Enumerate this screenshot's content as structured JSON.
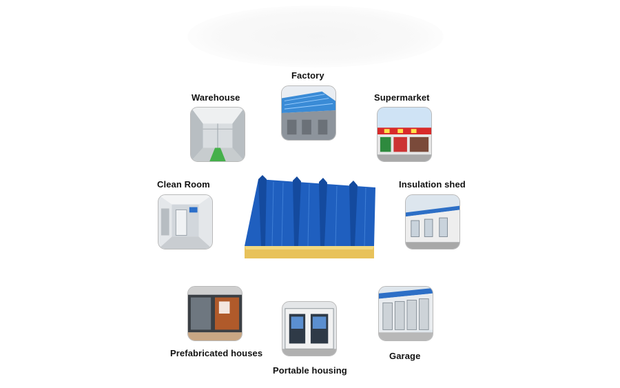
{
  "applications": {
    "factory": "Factory",
    "warehouse": "Warehouse",
    "supermarket": "Supermarket",
    "clean_room": "Clean Room",
    "insulation_shed": "Insulation shed",
    "prefabricated_houses": "Prefabricated houses",
    "portable_housing": "Portable housing",
    "garage": "Garage"
  },
  "colors": {
    "panel_blue": "#1f5fbf",
    "panel_blue_dark": "#144a9e",
    "panel_core": "#e8c25a",
    "label_text": "#111111",
    "tile_border": "#b9b9b9"
  },
  "icons": {
    "center": "sandwich-panel-image"
  }
}
